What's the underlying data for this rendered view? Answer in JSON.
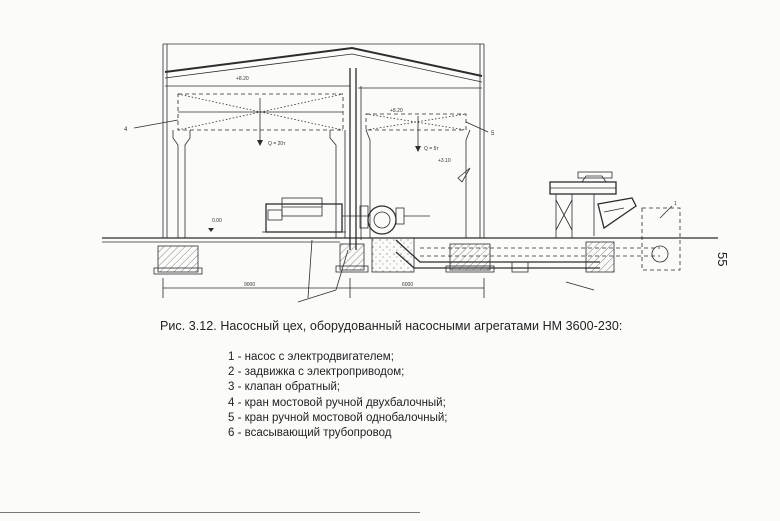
{
  "page": {
    "page_number": "55"
  },
  "figure": {
    "caption": "Рис. 3.12. Насосный цех, оборудованный насосными агрегатами НМ 3600-230:",
    "labels": {
      "callout_4": "4",
      "callout_5": "5",
      "callout_1": "1",
      "level_a": "+8.20",
      "level_b": "+8.20",
      "load_a": "Q = 20т",
      "load_b": "Q = 5т",
      "level_c": "+3.10",
      "level_d": "0.00",
      "dim_left": "9000",
      "dim_right": "6000"
    }
  },
  "legend": {
    "items": [
      "1 - насос с электродвигателем;",
      "2 - задвижка с электроприводом;",
      "3 - клапан обратный;",
      "4 - кран мостовой ручной двухбалочный;",
      "5 - кран ручной мостовой однобалочный;",
      "6 - всасывающий трубопровод"
    ]
  },
  "colors": {
    "ink": "#2c2c2c",
    "paper": "#fbfbfa"
  }
}
